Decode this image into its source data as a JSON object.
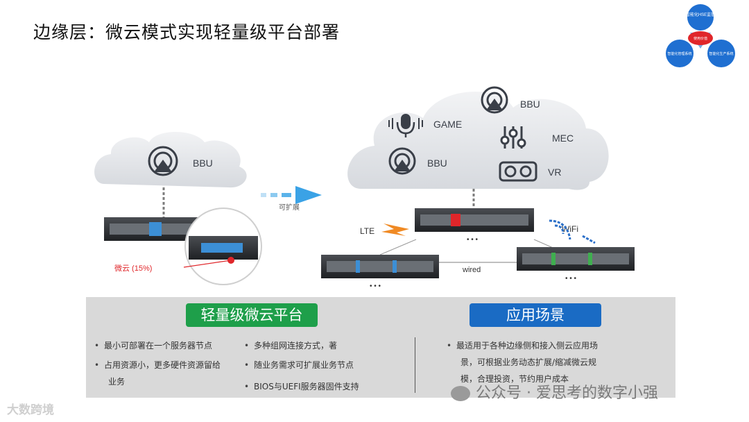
{
  "title": "边缘层：微云模式实现轻量级平台部署",
  "logo": {
    "top_circle": "智能化HSE监管",
    "center": "使用价值",
    "left_circle": "智能化管理系统",
    "right_circle": "智能化生产系统",
    "colors": {
      "blue": "#1f6fd1",
      "red": "#e0262a"
    }
  },
  "left_cloud": {
    "label": "BBU"
  },
  "arrow_label": "可扩展",
  "micro_cloud_label": "微云 (15%)",
  "right_cloud": {
    "labels": [
      "GAME",
      "BBU",
      "MEC",
      "BBU",
      "VR"
    ]
  },
  "network": {
    "lte": "LTE",
    "wifi": "WiFi",
    "wired": "wired",
    "dots": "• • •"
  },
  "panel": {
    "left_title": "轻量级微云平台",
    "right_title": "应用场景",
    "bullets": [
      {
        "text": "最小可部署在一个服务器节点"
      },
      {
        "text": "占用资源小，更多硬件资源留给",
        "cont": "业务"
      },
      {
        "text": "多种组网连接方式，著"
      },
      {
        "text": "随业务需求可扩展业务节点"
      },
      {
        "text": "BIOS与UEFI服务器固件支持"
      },
      {
        "text": "最适用于各种边缘侧和接入侧云应用场",
        "cont": "景，可根据业务动态扩展/缩减微云规",
        "cont2": "模，合理投资，节约用户成本"
      }
    ],
    "bullet_symbol": "•"
  },
  "watermarks": {
    "wechat": "公众号 · 爱思考的数字小强",
    "corner": "大数跨境"
  }
}
